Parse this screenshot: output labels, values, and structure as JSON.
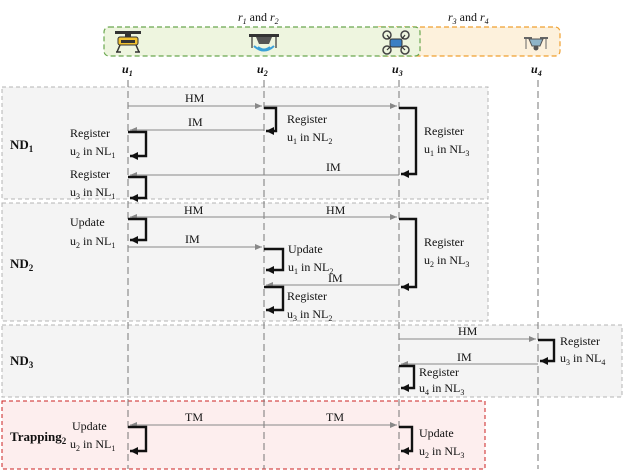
{
  "ranges": {
    "r12": {
      "a": "r",
      "a_sub": "1",
      "mid": " and ",
      "b": "r",
      "b_sub": "2"
    },
    "r34": {
      "a": "r",
      "a_sub": "3",
      "mid": " and ",
      "b": "r",
      "b_sub": "4"
    }
  },
  "nodes": [
    {
      "id": "u1",
      "base": "u",
      "sub": "1",
      "icon": "drone-yellow-icon"
    },
    {
      "id": "u2",
      "base": "u",
      "sub": "2",
      "icon": "drone-signal-icon"
    },
    {
      "id": "u3",
      "base": "u",
      "sub": "3",
      "icon": "drone-quad-icon"
    },
    {
      "id": "u4",
      "base": "u",
      "sub": "4",
      "icon": "drone-small-icon"
    }
  ],
  "phases": {
    "nd1": {
      "base": "ND",
      "sub": "1"
    },
    "nd2": {
      "base": "ND",
      "sub": "2"
    },
    "nd3": {
      "base": "ND",
      "sub": "3"
    },
    "trap": {
      "base": "Trapping",
      "sub": "2"
    }
  },
  "messages": {
    "hm": "HM",
    "im": "IM",
    "tm": "TM"
  },
  "actions": {
    "register": "Register",
    "update": "Update"
  },
  "notes": {
    "nd1_u2_reg_u1": {
      "l2_pre": "u",
      "l2_sub": "1",
      "l2_mid": " in NL",
      "l2_sub2": "2"
    },
    "nd1_u3_reg_u1": {
      "l2_pre": "u",
      "l2_sub": "1",
      "l2_mid": " in NL",
      "l2_sub2": "3"
    },
    "nd1_u1_reg_u2": {
      "l2_pre": "u",
      "l2_sub": "2",
      "l2_mid": " in NL",
      "l2_sub2": "1"
    },
    "nd1_u1_reg_u3": {
      "l2_pre": "u",
      "l2_sub": "3",
      "l2_mid": " in NL",
      "l2_sub2": "1"
    },
    "nd2_u1_upd_u2": {
      "l2_pre": "u",
      "l2_sub": "2",
      "l2_mid": " in NL",
      "l2_sub2": "1"
    },
    "nd2_u3_reg_u2": {
      "l2_pre": "u",
      "l2_sub": "2",
      "l2_mid": " in NL",
      "l2_sub2": "3"
    },
    "nd2_u2_upd_u1": {
      "l2_pre": "u",
      "l2_sub": "1",
      "l2_mid": " in NL",
      "l2_sub2": "2"
    },
    "nd2_u2_reg_u3": {
      "l2_pre": "u",
      "l2_sub": "3",
      "l2_mid": " in NL",
      "l2_sub2": "2"
    },
    "nd3_u4_reg_u3": {
      "l2_pre": "u",
      "l2_sub": "3",
      "l2_mid": " in NL",
      "l2_sub2": "4"
    },
    "nd3_u3_reg_u4": {
      "l2_pre": "u",
      "l2_sub": "4",
      "l2_mid": " in NL",
      "l2_sub2": "3"
    },
    "trap_u1_upd_u2": {
      "l2_pre": "u",
      "l2_sub": "2",
      "l2_mid": " in NL",
      "l2_sub2": "1"
    },
    "trap_u3_upd_u2": {
      "l2_pre": "u",
      "l2_sub": "2",
      "l2_mid": " in NL",
      "l2_sub2": "3"
    }
  },
  "colors": {
    "range12_fill": "#eef5df",
    "range12_stroke": "#6aa84f",
    "range34_fill": "#fdf1dc",
    "range34_stroke": "#f0a030",
    "phase_fill": "#f4f4f4",
    "phase_stroke": "#b5b5b5",
    "trap_fill": "#fdeeee",
    "trap_stroke": "#cc2222",
    "lifeline": "#777777",
    "arrow": "#888888"
  }
}
